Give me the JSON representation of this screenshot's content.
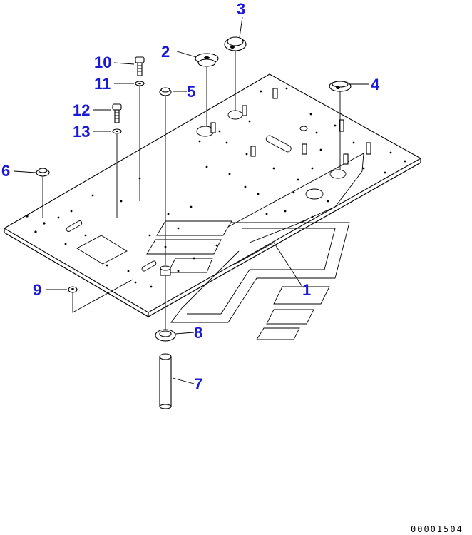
{
  "diagram": {
    "drawing_code": "00001504",
    "callouts": [
      {
        "id": "1",
        "label": "1"
      },
      {
        "id": "2",
        "label": "2"
      },
      {
        "id": "3",
        "label": "3"
      },
      {
        "id": "4",
        "label": "4"
      },
      {
        "id": "5",
        "label": "5"
      },
      {
        "id": "6",
        "label": "6"
      },
      {
        "id": "7",
        "label": "7"
      },
      {
        "id": "8",
        "label": "8"
      },
      {
        "id": "9",
        "label": "9"
      },
      {
        "id": "10",
        "label": "10"
      },
      {
        "id": "11",
        "label": "11"
      },
      {
        "id": "12",
        "label": "12"
      },
      {
        "id": "13",
        "label": "13"
      }
    ],
    "colors": {
      "callout": "#1a1ad6",
      "line": "#000000",
      "background": "#ffffff"
    }
  }
}
